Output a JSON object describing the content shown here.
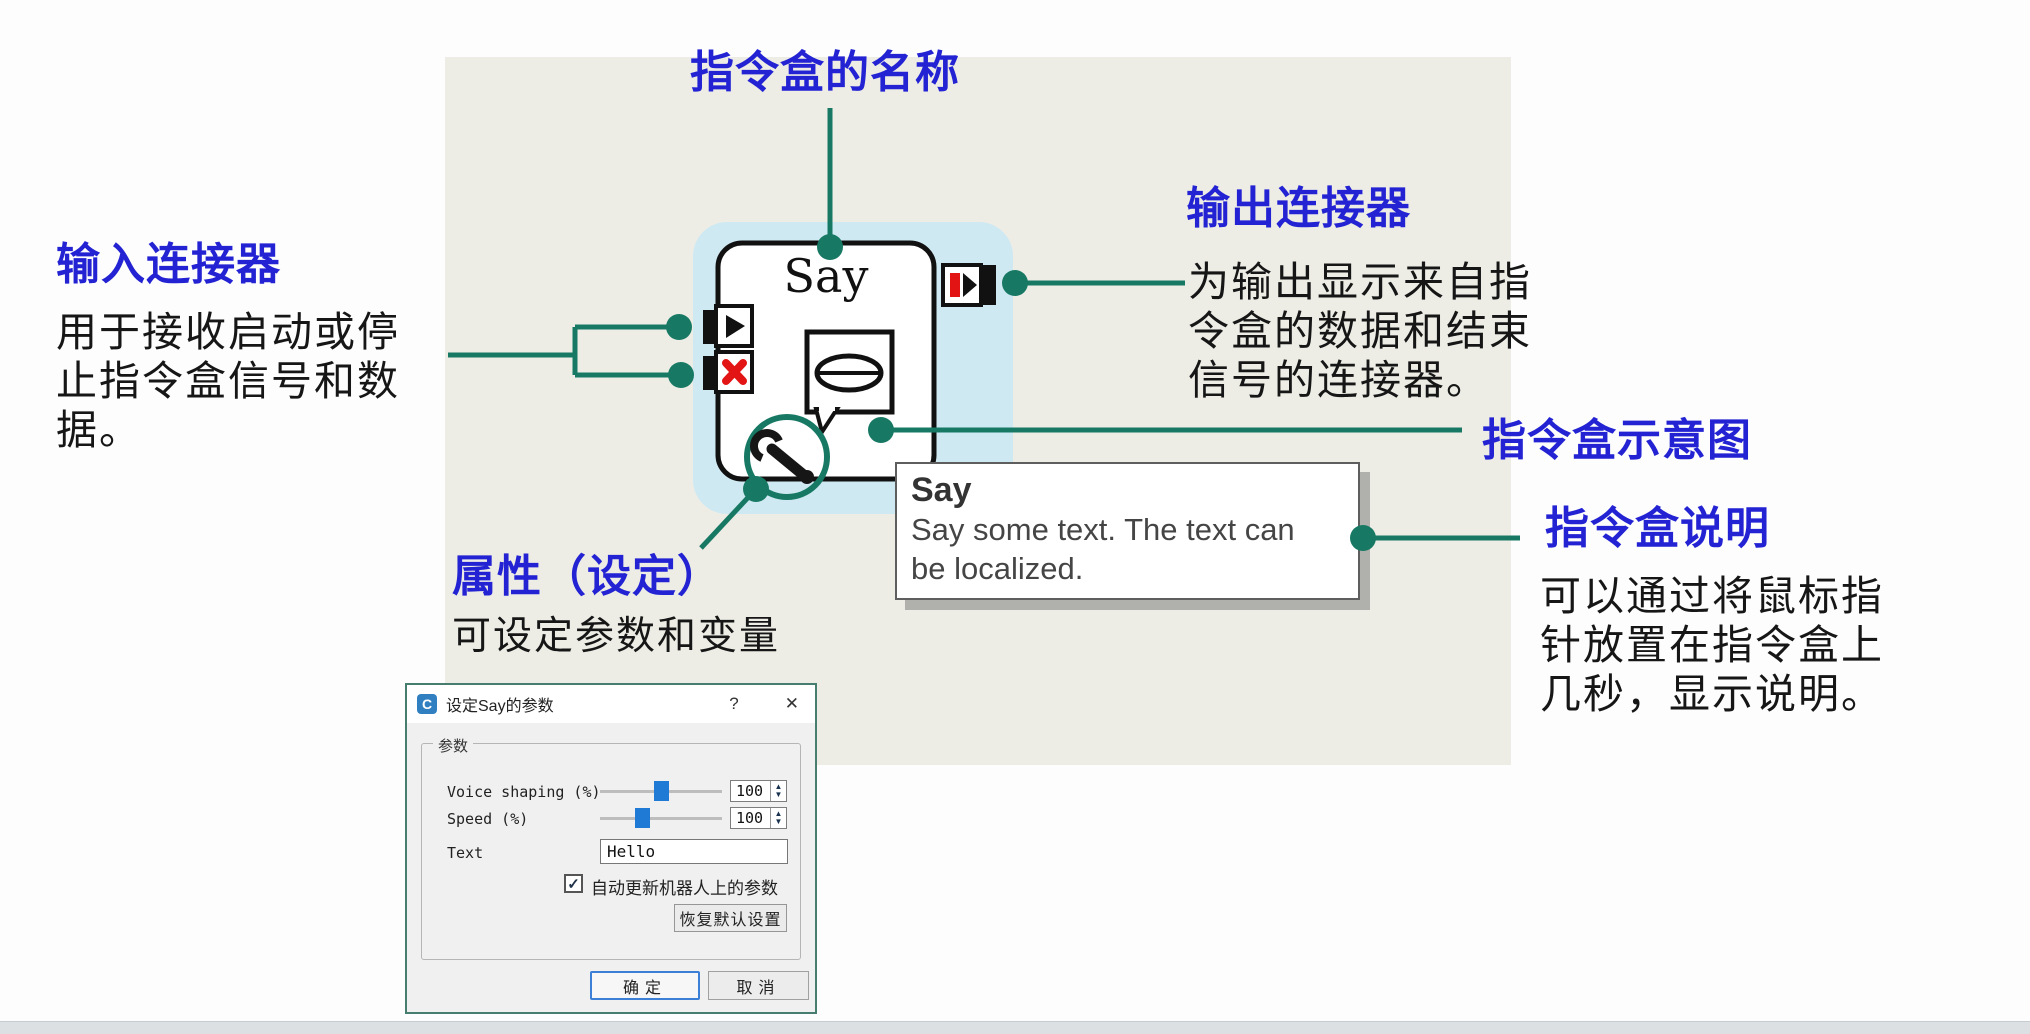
{
  "colors": {
    "accent_blue": "#2323D3",
    "teal_line": "#177964",
    "panel_bg": "#EDEDE6",
    "box_highlight": "#CFE9F3",
    "connector_red": "#E21414",
    "slider_blue": "#1E7AD4"
  },
  "annotations": {
    "box_name": {
      "label": "指令盒的名称"
    },
    "input_connector": {
      "label": "输入连接器",
      "description": "用于接收启动或停止指令盒信号和数据。"
    },
    "output_connector": {
      "label": "输出连接器",
      "description": "为输出显示来自指令盒的数据和结束信号的连接器。"
    },
    "schematic": {
      "label": "指令盒示意图"
    },
    "box_description": {
      "label": "指令盒说明",
      "description": "可以通过将鼠标指针放置在指令盒上几秒，显示说明。"
    },
    "properties": {
      "label": "属性（设定）",
      "description": "可设定参数和变量"
    }
  },
  "say_box": {
    "title": "Say"
  },
  "tooltip": {
    "title": "Say",
    "line1": "Say some text. The text can",
    "line2": "be localized."
  },
  "dialog": {
    "title": "设定Say的参数",
    "group_label": "参数",
    "rows": [
      {
        "label": "Voice shaping (%)",
        "value": "100"
      },
      {
        "label": "Speed (%)",
        "value": "100"
      },
      {
        "label": "Text",
        "value": "Hello"
      }
    ],
    "checkbox_label": "自动更新机器人上的参数",
    "reset_button": "恢复默认设置",
    "ok_button": "确定",
    "cancel_button": "取消"
  },
  "icons": {
    "c_logo": "C",
    "help": "?",
    "close": "✕",
    "spin_up": "▲",
    "spin_down": "▼",
    "check": "✓"
  }
}
